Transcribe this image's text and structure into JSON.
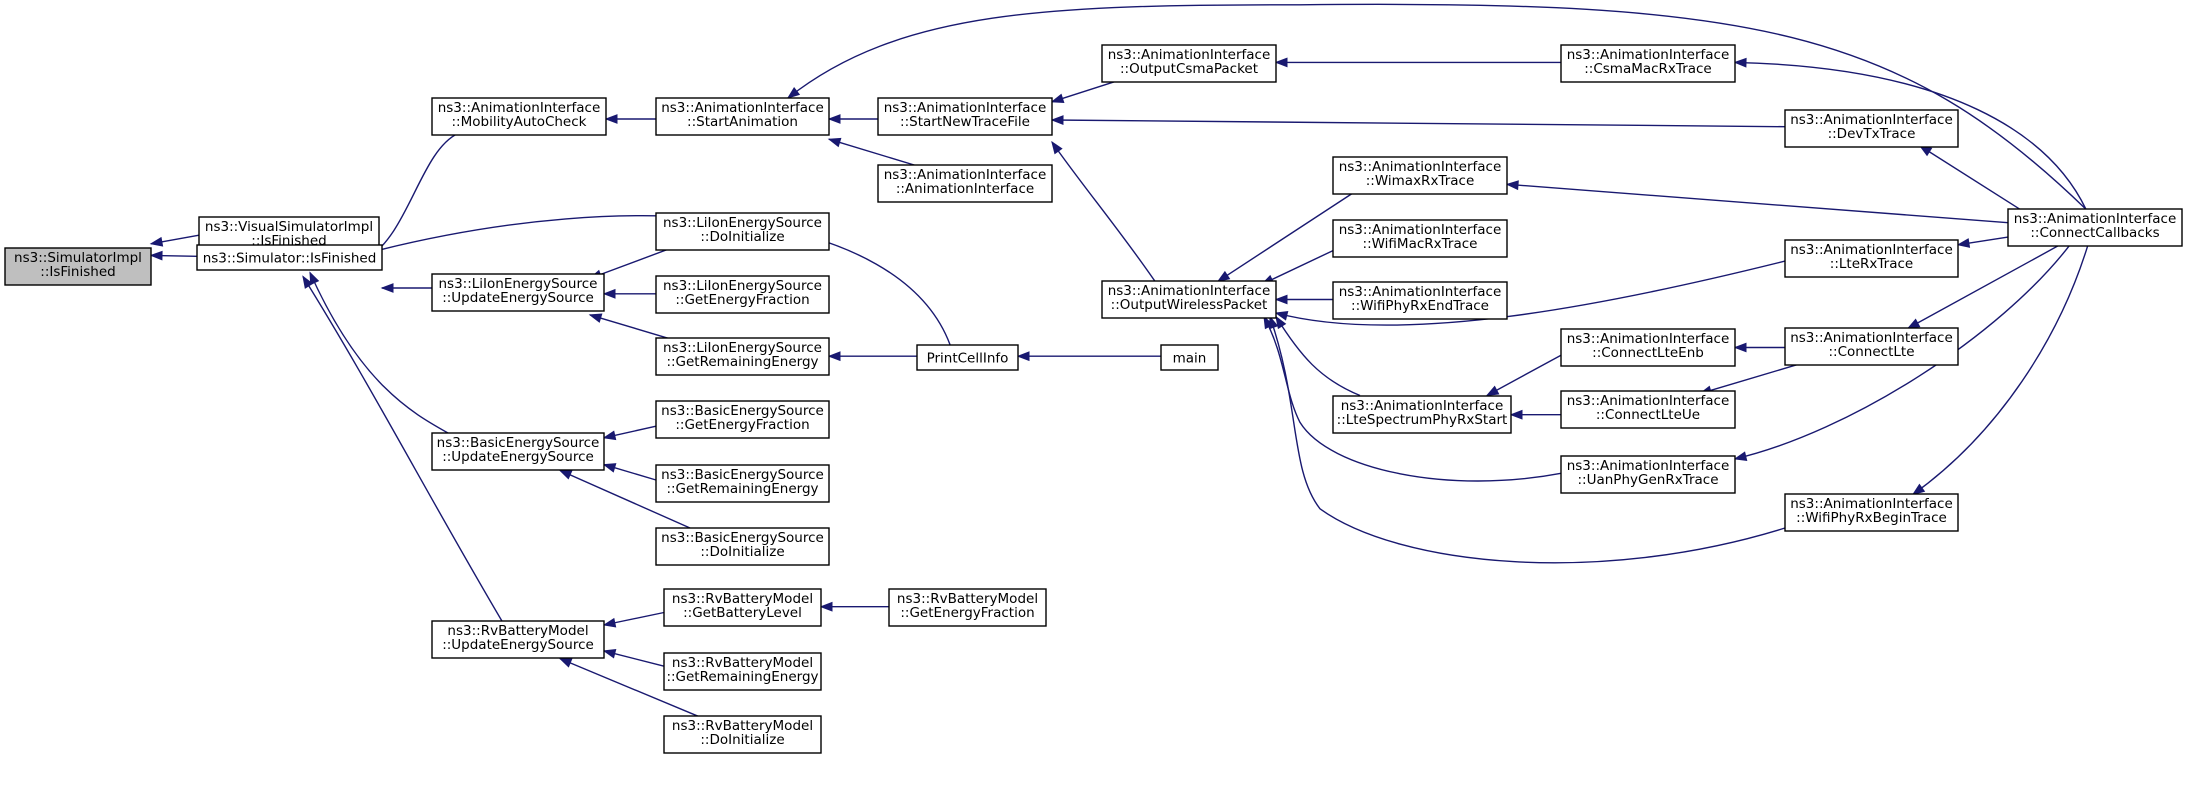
{
  "nodes": {
    "simImplIsFinished": [
      "ns3::SimulatorImpl",
      "::IsFinished"
    ],
    "visualSimImplIsFinished": [
      "ns3::VisualSimulatorImpl",
      "::IsFinished"
    ],
    "simulatorIsFinished": [
      "ns3::Simulator::IsFinished"
    ],
    "mobilityAutoCheck": [
      "ns3::AnimationInterface",
      "::MobilityAutoCheck"
    ],
    "startAnimation": [
      "ns3::AnimationInterface",
      "::StartAnimation"
    ],
    "startNewTraceFile": [
      "ns3::AnimationInterface",
      "::StartNewTraceFile"
    ],
    "animIfaceCtor": [
      "ns3::AnimationInterface",
      "::AnimationInterface"
    ],
    "outputCsmaPacket": [
      "ns3::AnimationInterface",
      "::OutputCsmaPacket"
    ],
    "csmaMacRxTrace": [
      "ns3::AnimationInterface",
      "::CsmaMacRxTrace"
    ],
    "devTxTrace": [
      "ns3::AnimationInterface",
      "::DevTxTrace"
    ],
    "connectCallbacks": [
      "ns3::AnimationInterface",
      "::ConnectCallbacks"
    ],
    "liionUpdate": [
      "ns3::LiIonEnergySource",
      "::UpdateEnergySource"
    ],
    "liionDoInit": [
      "ns3::LiIonEnergySource",
      "::DoInitialize"
    ],
    "liionGetFrac": [
      "ns3::LiIonEnergySource",
      "::GetEnergyFraction"
    ],
    "liionGetRem": [
      "ns3::LiIonEnergySource",
      "::GetRemainingEnergy"
    ],
    "printCellInfo": [
      "PrintCellInfo"
    ],
    "main": [
      "main"
    ],
    "outputWirelessPacket": [
      "ns3::AnimationInterface",
      "::OutputWirelessPacket"
    ],
    "wimaxRxTrace": [
      "ns3::AnimationInterface",
      "::WimaxRxTrace"
    ],
    "wifiMacRxTrace": [
      "ns3::AnimationInterface",
      "::WifiMacRxTrace"
    ],
    "wifiPhyRxEndTrace": [
      "ns3::AnimationInterface",
      "::WifiPhyRxEndTrace"
    ],
    "lteRxTrace": [
      "ns3::AnimationInterface",
      "::LteRxTrace"
    ],
    "connectLteEnb": [
      "ns3::AnimationInterface",
      "::ConnectLteEnb"
    ],
    "connectLte": [
      "ns3::AnimationInterface",
      "::ConnectLte"
    ],
    "lteSpectrumPhyRxStart": [
      "ns3::AnimationInterface",
      "::LteSpectrumPhyRxStart"
    ],
    "connectLteUe": [
      "ns3::AnimationInterface",
      "::ConnectLteUe"
    ],
    "uanPhyGenRxTrace": [
      "ns3::AnimationInterface",
      "::UanPhyGenRxTrace"
    ],
    "wifiPhyRxBeginTrace": [
      "ns3::AnimationInterface",
      "::WifiPhyRxBeginTrace"
    ],
    "basicUpdate": [
      "ns3::BasicEnergySource",
      "::UpdateEnergySource"
    ],
    "basicGetFrac": [
      "ns3::BasicEnergySource",
      "::GetEnergyFraction"
    ],
    "basicGetRem": [
      "ns3::BasicEnergySource",
      "::GetRemainingEnergy"
    ],
    "basicDoInit": [
      "ns3::BasicEnergySource",
      "::DoInitialize"
    ],
    "rvUpdate": [
      "ns3::RvBatteryModel",
      "::UpdateEnergySource"
    ],
    "rvGetBatteryLevel": [
      "ns3::RvBatteryModel",
      "::GetBatteryLevel"
    ],
    "rvGetFrac": [
      "ns3::RvBatteryModel",
      "::GetEnergyFraction"
    ],
    "rvGetRem": [
      "ns3::RvBatteryModel",
      "::GetRemainingEnergy"
    ],
    "rvDoInit": [
      "ns3::RvBatteryModel",
      "::DoInitialize"
    ]
  },
  "edges": [
    [
      "visualSimImplIsFinished",
      "simImplIsFinished"
    ],
    [
      "simulatorIsFinished",
      "simImplIsFinished"
    ],
    [
      "mobilityAutoCheck",
      "simulatorIsFinished"
    ],
    [
      "printCellInfo",
      "simulatorIsFinished"
    ],
    [
      "liionUpdate",
      "simulatorIsFinished"
    ],
    [
      "basicUpdate",
      "simulatorIsFinished"
    ],
    [
      "rvUpdate",
      "simulatorIsFinished"
    ],
    [
      "startAnimation",
      "mobilityAutoCheck"
    ],
    [
      "startNewTraceFile",
      "startAnimation"
    ],
    [
      "animIfaceCtor",
      "startAnimation"
    ],
    [
      "connectCallbacks",
      "startAnimation"
    ],
    [
      "outputCsmaPacket",
      "startNewTraceFile"
    ],
    [
      "devTxTrace",
      "startNewTraceFile"
    ],
    [
      "outputWirelessPacket",
      "startNewTraceFile"
    ],
    [
      "csmaMacRxTrace",
      "outputCsmaPacket"
    ],
    [
      "connectCallbacks",
      "csmaMacRxTrace"
    ],
    [
      "connectCallbacks",
      "devTxTrace"
    ],
    [
      "liionDoInit",
      "liionUpdate"
    ],
    [
      "liionGetFrac",
      "liionUpdate"
    ],
    [
      "liionGetRem",
      "liionUpdate"
    ],
    [
      "printCellInfo",
      "liionGetRem"
    ],
    [
      "main",
      "printCellInfo"
    ],
    [
      "wimaxRxTrace",
      "outputWirelessPacket"
    ],
    [
      "wifiMacRxTrace",
      "outputWirelessPacket"
    ],
    [
      "wifiPhyRxEndTrace",
      "outputWirelessPacket"
    ],
    [
      "lteRxTrace",
      "outputWirelessPacket"
    ],
    [
      "lteSpectrumPhyRxStart",
      "outputWirelessPacket"
    ],
    [
      "uanPhyGenRxTrace",
      "outputWirelessPacket"
    ],
    [
      "wifiPhyRxBeginTrace",
      "outputWirelessPacket"
    ],
    [
      "connectCallbacks",
      "wimaxRxTrace"
    ],
    [
      "connectCallbacks",
      "lteRxTrace"
    ],
    [
      "connectLteEnb",
      "lteSpectrumPhyRxStart"
    ],
    [
      "connectLteUe",
      "lteSpectrumPhyRxStart"
    ],
    [
      "connectLte",
      "connectLteEnb"
    ],
    [
      "connectLte",
      "connectLteUe"
    ],
    [
      "connectCallbacks",
      "connectLte"
    ],
    [
      "connectCallbacks",
      "uanPhyGenRxTrace"
    ],
    [
      "connectCallbacks",
      "wifiPhyRxBeginTrace"
    ],
    [
      "basicGetFrac",
      "basicUpdate"
    ],
    [
      "basicGetRem",
      "basicUpdate"
    ],
    [
      "basicDoInit",
      "basicUpdate"
    ],
    [
      "rvGetBatteryLevel",
      "rvUpdate"
    ],
    [
      "rvGetRem",
      "rvUpdate"
    ],
    [
      "rvDoInit",
      "rvUpdate"
    ],
    [
      "rvGetFrac",
      "rvGetBatteryLevel"
    ]
  ],
  "colors": {
    "edge": "#191970",
    "root_fill": "#bfbfbf",
    "node_fill": "#ffffff",
    "node_stroke": "#000000"
  }
}
